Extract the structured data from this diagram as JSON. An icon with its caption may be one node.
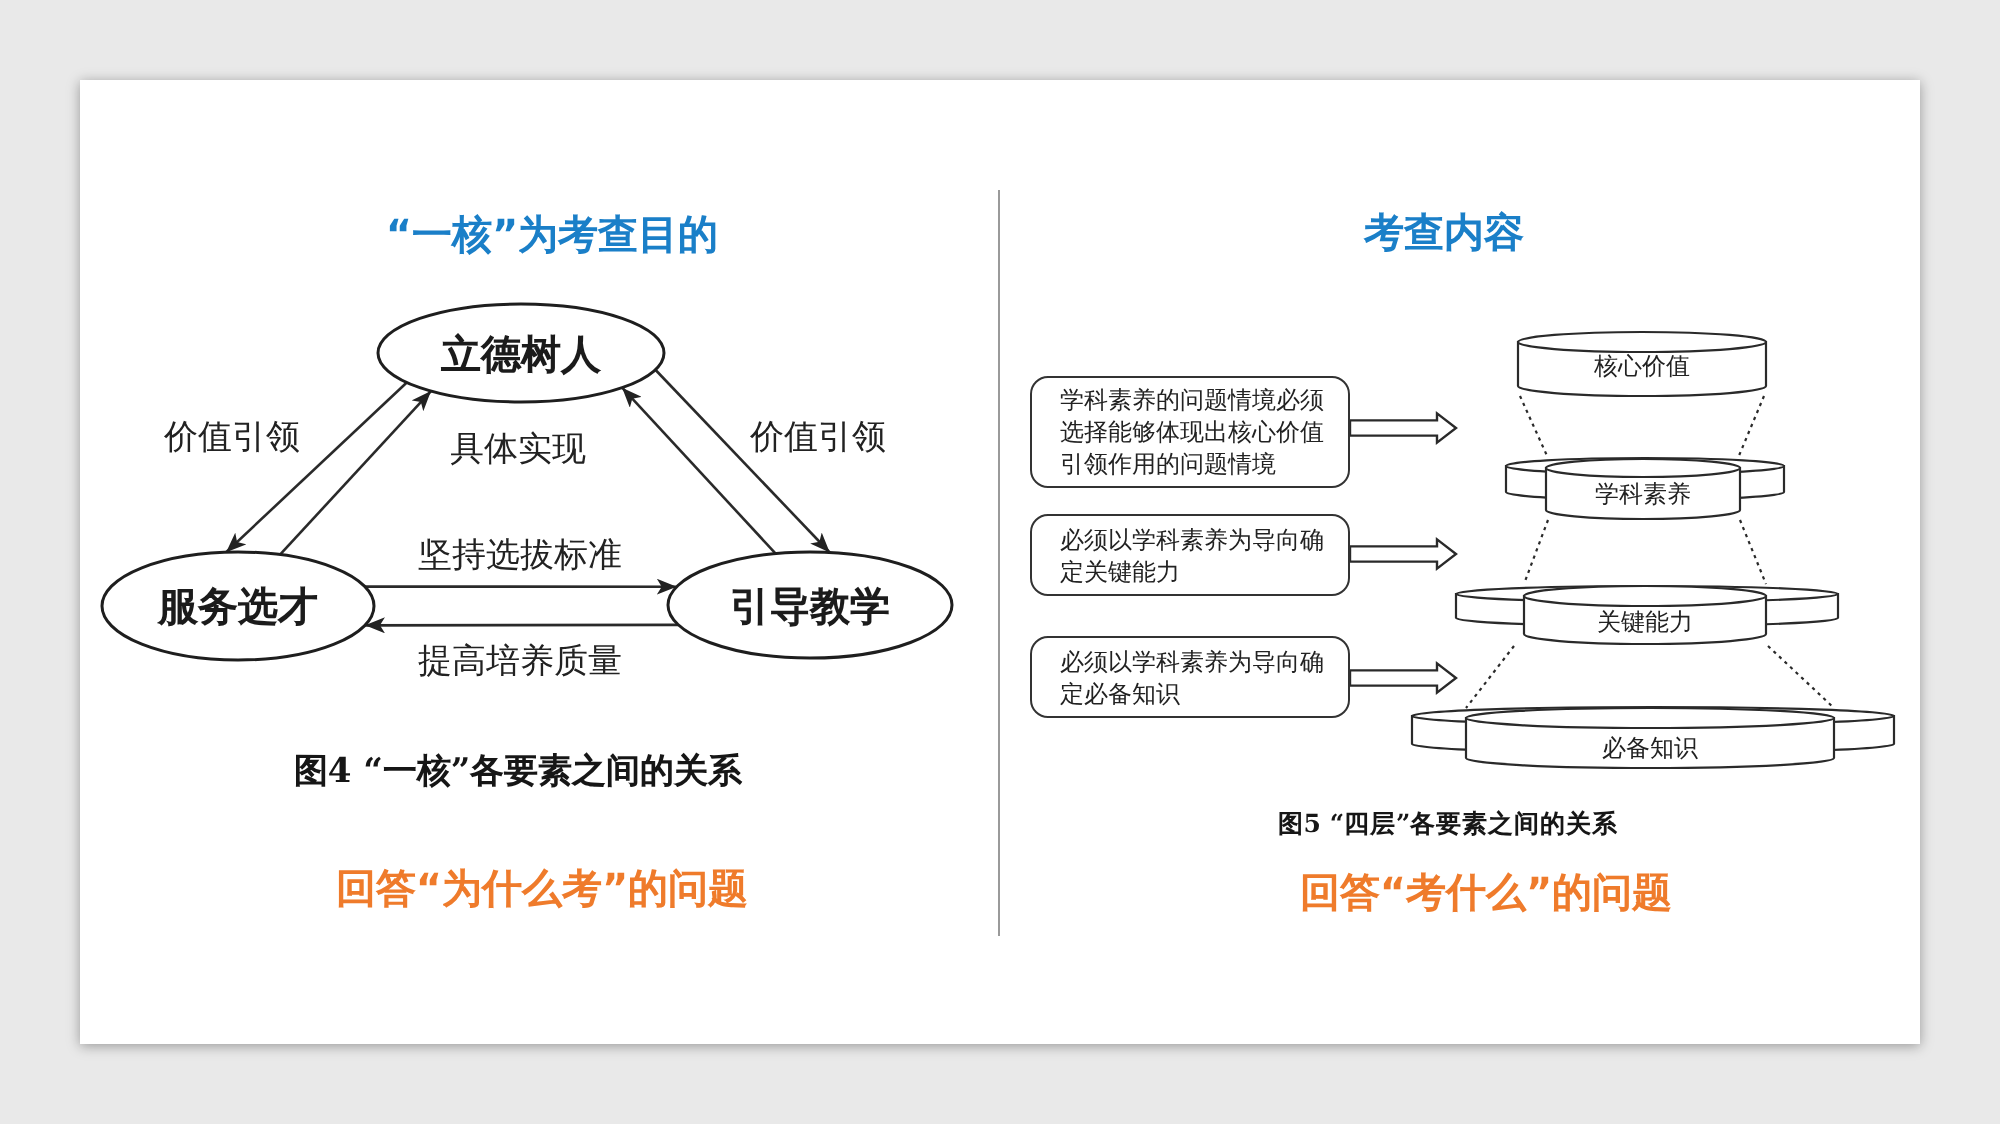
{
  "diagram": {
    "nodes": [
      {
        "text": [
          "立德树人"
        ]
      },
      {
        "text": [
          "服务选才"
        ]
      },
      {
        "text": [
          "引导教学"
        ]
      },
      {
        "text": [
          "学科素养的问题情境必须选择能够体现出核心价值引领作用的问题情境"
        ]
      },
      {
        "text": [
          "必须以学科素养为导向确定关键能力"
        ]
      },
      {
        "text": [
          "必须以学科素养为导向确定必备知识"
        ]
      },
      {
        "text": [
          "核心价值"
        ]
      },
      {
        "text": [
          "学科素养"
        ]
      },
      {
        "text": [
          "关键能力"
        ]
      },
      {
        "text": [
          "必备知识"
        ]
      }
    ],
    "edges": [
      {
        "from": 0,
        "to": 1,
        "arrow": "to",
        "label": "价值引领"
      },
      {
        "from": 1,
        "to": 0,
        "arrow": "to"
      },
      {
        "from": 0,
        "to": 2,
        "arrow": "to",
        "label": "价值引领"
      },
      {
        "from": 2,
        "to": 0,
        "arrow": "to"
      },
      {
        "from": 1,
        "to": 2,
        "arrow": "to",
        "label": "坚持选拔标准"
      },
      {
        "from": 2,
        "to": 1,
        "arrow": "to",
        "label": "提高培养质量"
      },
      {
        "from": 3,
        "to": null,
        "arrow": "to",
        "style": "thick"
      },
      {
        "from": 4,
        "to": null,
        "arrow": "to",
        "style": "thick"
      },
      {
        "from": 5,
        "to": null,
        "arrow": "to",
        "style": "thick"
      },
      {
        "from": 6,
        "to": 7,
        "arrow": "none",
        "style": "dashed"
      },
      {
        "from": 6,
        "to": 7,
        "arrow": "none",
        "style": "dashed"
      },
      {
        "from": 7,
        "to": 8,
        "arrow": "none",
        "style": "dashed"
      },
      {
        "from": 7,
        "to": 8,
        "arrow": "none",
        "style": "dashed"
      },
      {
        "from": 8,
        "to": 9,
        "arrow": "none",
        "style": "dashed"
      },
      {
        "from": 8,
        "to": 9,
        "arrow": "none",
        "style": "dashed"
      }
    ],
    "labels": [
      "“一核”为考查目的",
      "具体实现",
      "图4 “一核”各要素之间的关系",
      "回答“为什么考”的问题",
      "考查内容",
      "图5 “四层”各要素之间的关系",
      "回答“考什么”的问题"
    ]
  }
}
